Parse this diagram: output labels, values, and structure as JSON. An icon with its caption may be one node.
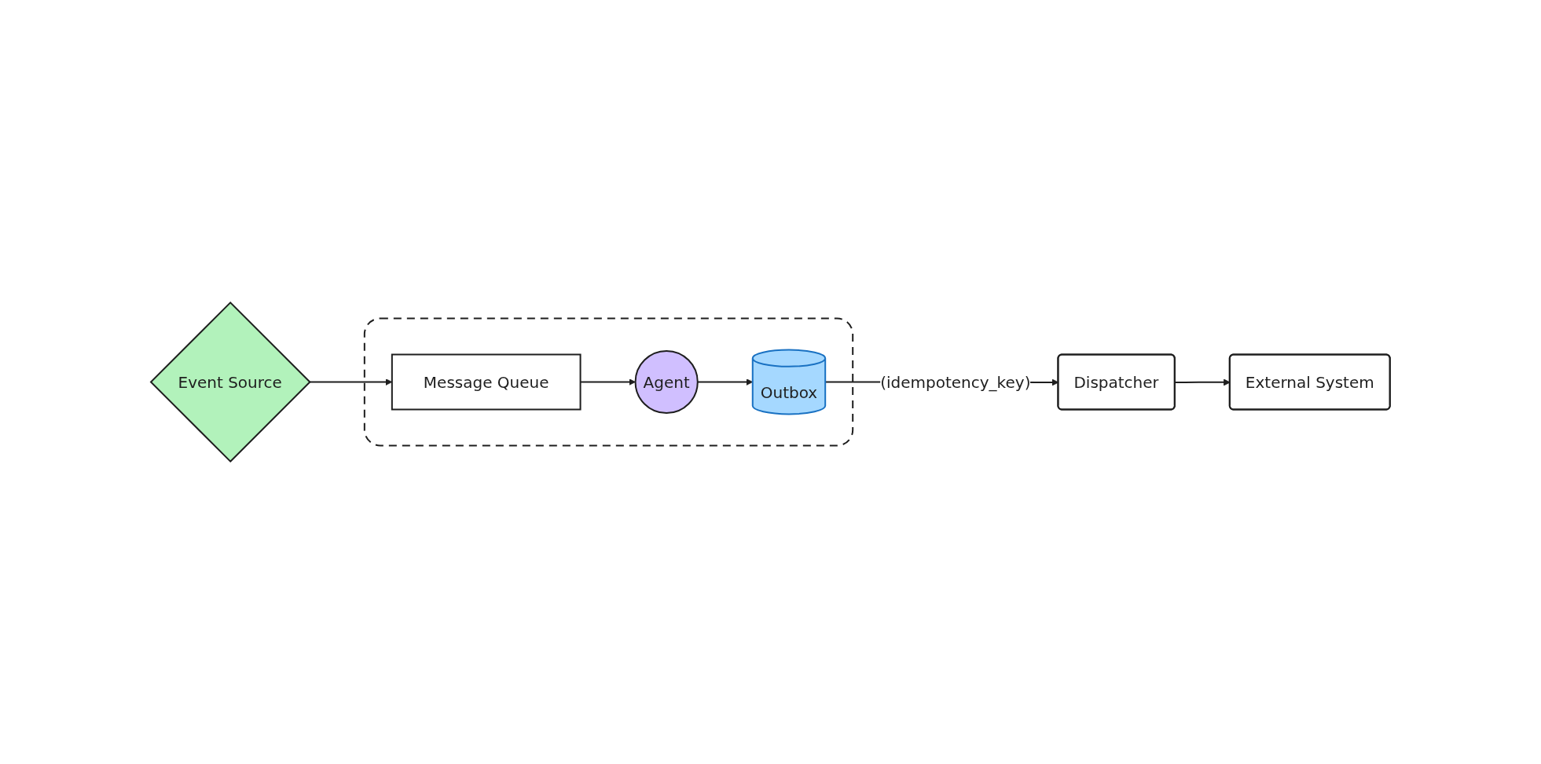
{
  "diagram": {
    "nodes": [
      {
        "text": [
          "Event Source"
        ]
      },
      {
        "text": [],
        "shape": "box"
      },
      {
        "text": [
          "Message Queue"
        ],
        "in": 1
      },
      {
        "text": [
          "Agent"
        ],
        "in": 1
      },
      {
        "text": [
          "Outbox"
        ],
        "in": 1
      },
      {
        "text": [
          "Dispatcher"
        ]
      },
      {
        "text": [
          "External System"
        ]
      }
    ],
    "edges": [
      {
        "from": 0,
        "to": 2,
        "arrow": "to"
      },
      {
        "from": 2,
        "to": 3,
        "arrow": "to"
      },
      {
        "from": 3,
        "to": 4,
        "arrow": "to"
      },
      {
        "from": 4,
        "to": 5,
        "arrow": "to",
        "label": "(idempotency_key)"
      },
      {
        "from": 5,
        "to": 6,
        "arrow": "to"
      }
    ]
  }
}
